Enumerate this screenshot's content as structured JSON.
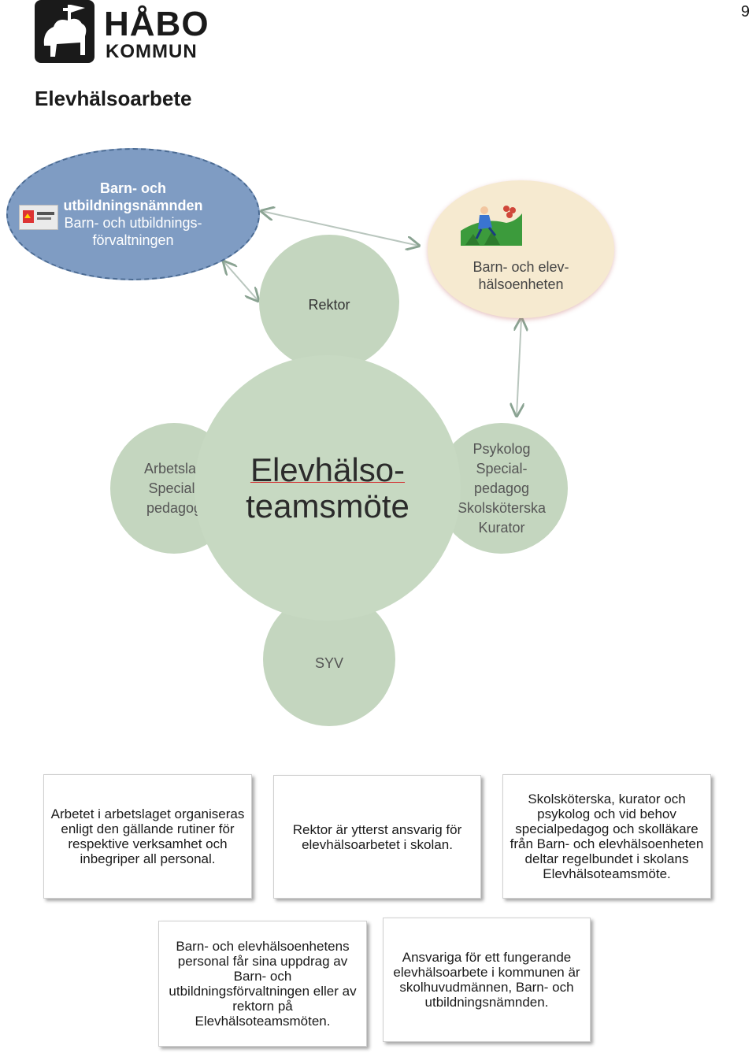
{
  "page_number": "9",
  "logo": {
    "line1": "HÅBO",
    "line2": "KOMMUN"
  },
  "title": "Elevhälsoarbete",
  "diagram": {
    "namnd": {
      "bold": "Barn- och utbildningsnämnden",
      "normal": "Barn- och utbildnings-förvaltningen"
    },
    "enhet": {
      "line1": "Barn- och elev-",
      "line2": "hälsoenheten"
    },
    "rektor": "Rektor",
    "center": {
      "line1": "Elevhälso-",
      "line2": "teamsmöte"
    },
    "arbetslag": {
      "line1": "Arbetslag",
      "line2": "Special-",
      "line3": "pedagog"
    },
    "psykolog": {
      "line1": "Psykolog",
      "line2": "Special-",
      "line3": "pedagog",
      "line4": "Skolsköterska",
      "line5": "Kurator"
    },
    "syv": "SYV"
  },
  "boxes": {
    "arbetslag": "Arbetet i arbetslaget organiseras enligt den gällande rutiner för respektive verksamhet och inbegriper all personal.",
    "rektor": "Rektor är ytterst ansvarig för elevhälsoarbetet i skolan.",
    "skolskoterska": "Skolsköterska, kurator och psykolog och vid behov specialpedagog och skolläkare från Barn- och elevhälsoenheten deltar regelbundet i skolans Elevhälsoteamsmöte.",
    "enhet": "Barn- och elevhälsoenhetens personal får sina uppdrag av Barn- och utbildningsförvaltningen eller av rektorn på Elevhälsoteamsmöten.",
    "ansvar": "Ansvariga för ett fungerande elevhälsoarbete i kommunen är skolhuvudmännen, Barn- och utbildningsnämnden."
  }
}
